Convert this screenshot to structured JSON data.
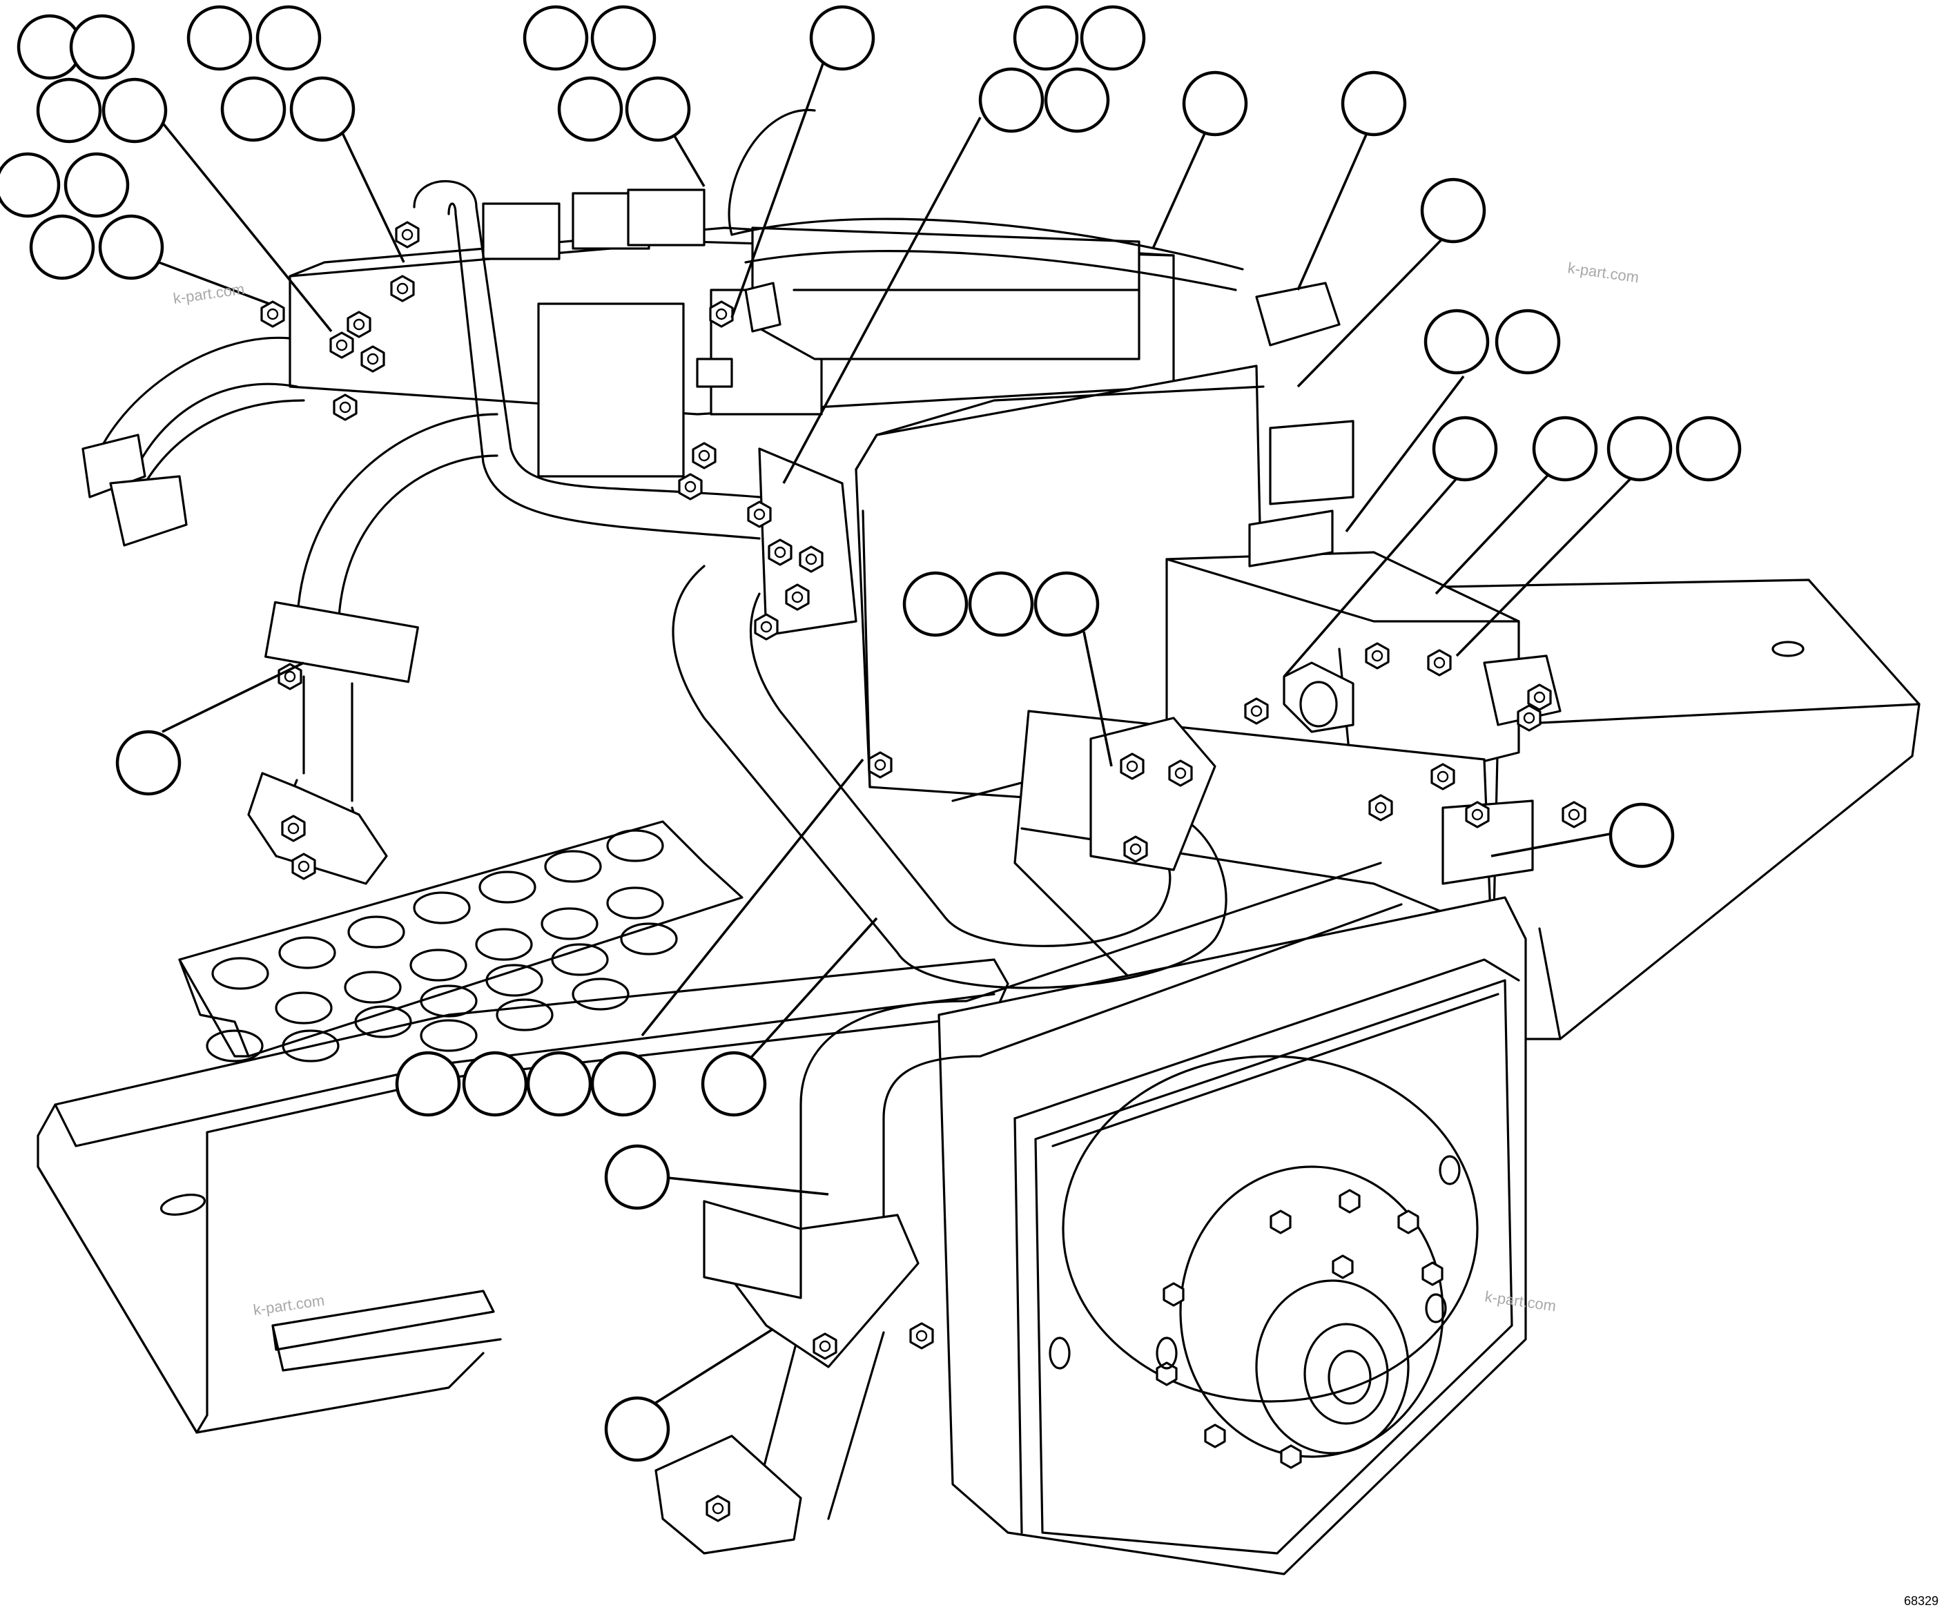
{
  "watermarks": [
    "k-part.com",
    "k-part.com",
    "k-part.com",
    "k-part.com"
  ],
  "drawing_code": "68329"
}
